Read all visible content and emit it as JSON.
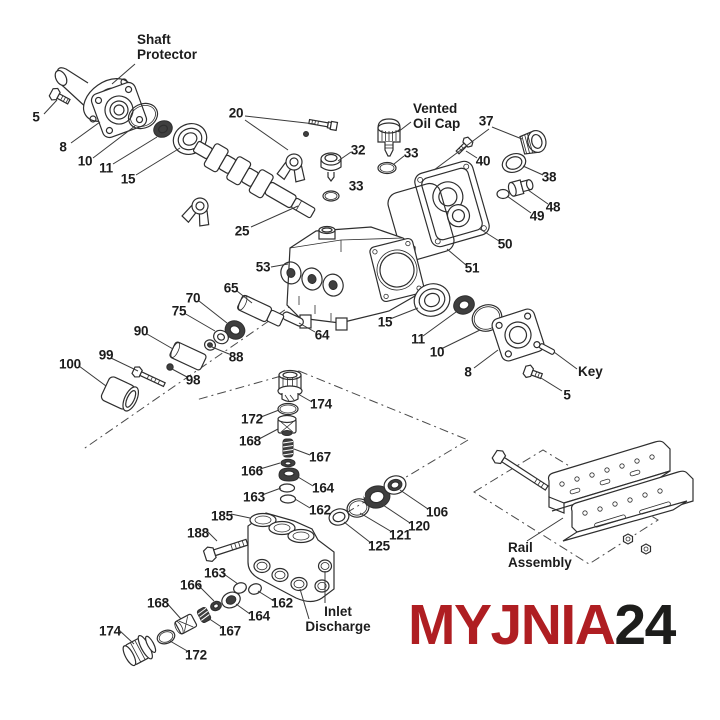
{
  "labels": {
    "shaft_protector": {
      "line1": "Shaft",
      "line2": "Protector"
    },
    "vented_oil_cap": {
      "line1": "Vented",
      "line2": "Oil Cap"
    },
    "key": "Key",
    "rail_assembly": {
      "line1": "Rail",
      "line2": "Assembly"
    },
    "inlet": "Inlet",
    "discharge": "Discharge"
  },
  "callouts": [
    "5",
    "8",
    "10",
    "11",
    "15",
    "20",
    "25",
    "32",
    "33",
    "33",
    "37",
    "40",
    "38",
    "48",
    "49",
    "50",
    "51",
    "53",
    "65",
    "70",
    "75",
    "90",
    "88",
    "98",
    "99",
    "100",
    "64",
    "15",
    "11",
    "10",
    "8",
    "5",
    "174",
    "172",
    "168",
    "167",
    "166",
    "164",
    "163",
    "162",
    "185",
    "188",
    "106",
    "120",
    "121",
    "125",
    "163",
    "166",
    "168",
    "162",
    "164",
    "167",
    "174",
    "172"
  ],
  "logo": {
    "primary": "MYJNIA",
    "secondary": "24",
    "primary_color": "#AF1E22",
    "secondary_color": "#1D1D1B"
  },
  "colors": {
    "line": "#2e2e2e",
    "background": "#ffffff"
  }
}
